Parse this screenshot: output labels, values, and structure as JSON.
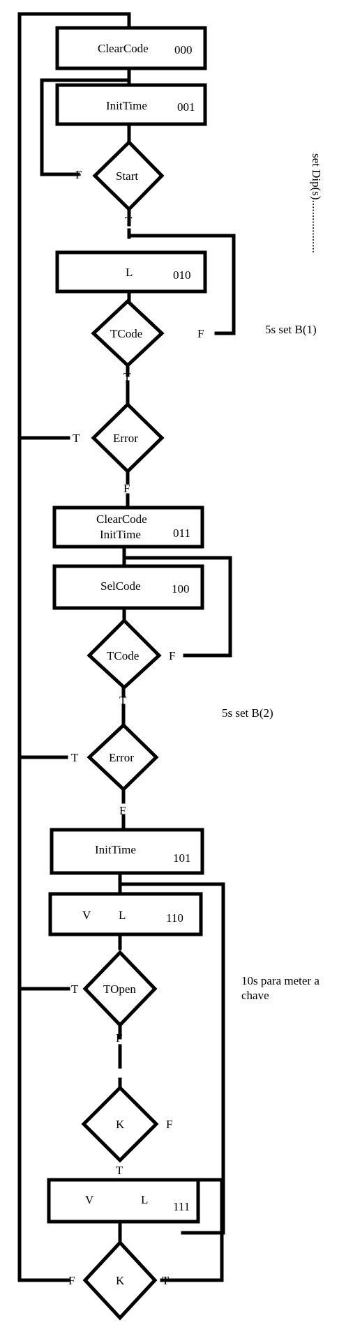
{
  "boxes": [
    {
      "id": "b000",
      "labels": [
        "ClearCode"
      ],
      "code": "000"
    },
    {
      "id": "b001",
      "labels": [
        "InitTime"
      ],
      "code": "001"
    },
    {
      "id": "b010",
      "labels": [
        "L"
      ],
      "code": "010"
    },
    {
      "id": "b011",
      "labels": [
        "ClearCode",
        "InitTime"
      ],
      "code": "011"
    },
    {
      "id": "b100",
      "labels": [
        "SelCode"
      ],
      "code": "100"
    },
    {
      "id": "b101",
      "labels": [
        "InitTime"
      ],
      "code": "101"
    },
    {
      "id": "b110",
      "labels": [
        "V",
        "L"
      ],
      "code": "110"
    },
    {
      "id": "b111",
      "labels": [
        "V",
        "L"
      ],
      "code": "111"
    }
  ],
  "decisions": [
    {
      "id": "d-start",
      "label": "Start"
    },
    {
      "id": "d-tcode1",
      "label": "TCode"
    },
    {
      "id": "d-error1",
      "label": "Error"
    },
    {
      "id": "d-tcode2",
      "label": "TCode"
    },
    {
      "id": "d-error2",
      "label": "Error"
    },
    {
      "id": "d-topen",
      "label": "TOpen"
    },
    {
      "id": "d-k1",
      "label": "K"
    },
    {
      "id": "d-k2",
      "label": "K"
    }
  ],
  "flags": {
    "true": "T",
    "false": "F"
  },
  "notes": {
    "set_dips": "set Dip(s)",
    "set_dips_dots": "..................",
    "set_b1": "5s set B(1)",
    "set_b2": "5s set B(2)",
    "chave_line1": "10s para meter a",
    "chave_line2": "chave"
  }
}
